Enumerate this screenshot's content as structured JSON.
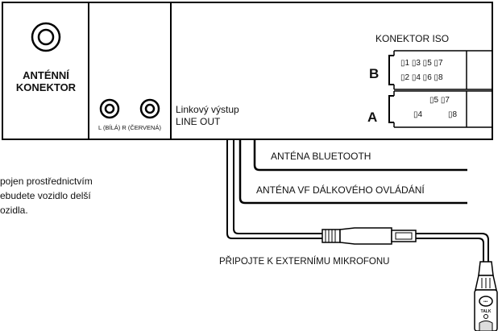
{
  "panel": {
    "antenna_label_line1": "ANTÉNNÍ",
    "antenna_label_line2": "KONEKTOR",
    "rca_label": "L (BÍLÁ) R (ČERVENÁ)",
    "line_out_cz": "Linkový výstup",
    "line_out_en": "LINE OUT",
    "iso_title": "KONEKTOR ISO",
    "iso_b_letter": "B",
    "iso_b_row1": "▯1 ▯3 ▯5 ▯7",
    "iso_b_row2": "▯2 ▯4 ▯6 ▯8",
    "iso_a_letter": "A",
    "iso_a_row1": "▯5 ▯7",
    "iso_a_row2_left": "▯4",
    "iso_a_row2_right": "▯8"
  },
  "cables": {
    "bluetooth_label": "ANTÉNA BLUETOOTH",
    "rf_label": "ANTÉNA VF DÁLKOVÉHO OVLÁDÁNÍ",
    "mic_label": "PŘIPOJTE K EXTERNÍMU MIKROFONU"
  },
  "note": {
    "line1": "pojen prostřednictvím",
    "line2": "ebudete vozidlo delší",
    "line3": "ozidla."
  },
  "mic": {
    "button_label": "TALK"
  }
}
